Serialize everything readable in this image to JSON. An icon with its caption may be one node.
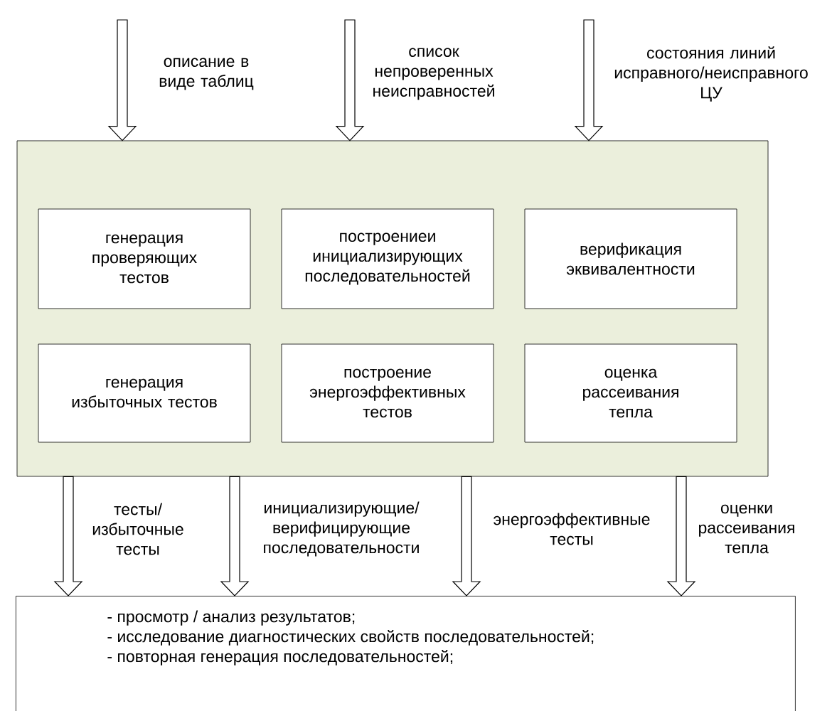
{
  "diagram": {
    "nodes": [
      {
        "text": [],
        "shape": "box"
      },
      {
        "text": [
          "генерация проверяющих тестов"
        ],
        "in": 0
      },
      {
        "text": [
          "построениеи инициализирующих последовательностей"
        ],
        "in": 0
      },
      {
        "text": [
          "верификация эквивалентности"
        ],
        "in": 0
      },
      {
        "text": [
          "генерация избыточных тестов"
        ],
        "in": 0
      },
      {
        "text": [
          "построение энергоэффективных тестов"
        ],
        "in": 0
      },
      {
        "text": [
          "оценка рассеивания тепла"
        ],
        "in": 0
      },
      {
        "text": [
          "- просмотр / анализ результатов;",
          "- исследование диагностических свойств последовательностей;",
          "- повторная генерация последовательностей;"
        ]
      }
    ],
    "edges": [
      {
        "from": null,
        "to": 0,
        "arrow": "to",
        "label": "описание в виде таблиц"
      },
      {
        "from": null,
        "to": 0,
        "arrow": "to",
        "label": "список непроверенных неисправностей"
      },
      {
        "from": null,
        "to": 0,
        "arrow": "to",
        "label": "состояния линий исправного/неисправного ЦУ"
      },
      {
        "from": 0,
        "to": 7,
        "arrow": "to",
        "label": "тесты/ избыточные тесты"
      },
      {
        "from": 0,
        "to": 7,
        "arrow": "to",
        "label": "инициализирующие/ верифицирующие последовательности"
      },
      {
        "from": 0,
        "to": 7,
        "arrow": "to",
        "label": "энергоэффективные тесты"
      },
      {
        "from": 0,
        "to": 7,
        "arrow": "to",
        "label": "оценки рассеивания тепла"
      }
    ]
  }
}
